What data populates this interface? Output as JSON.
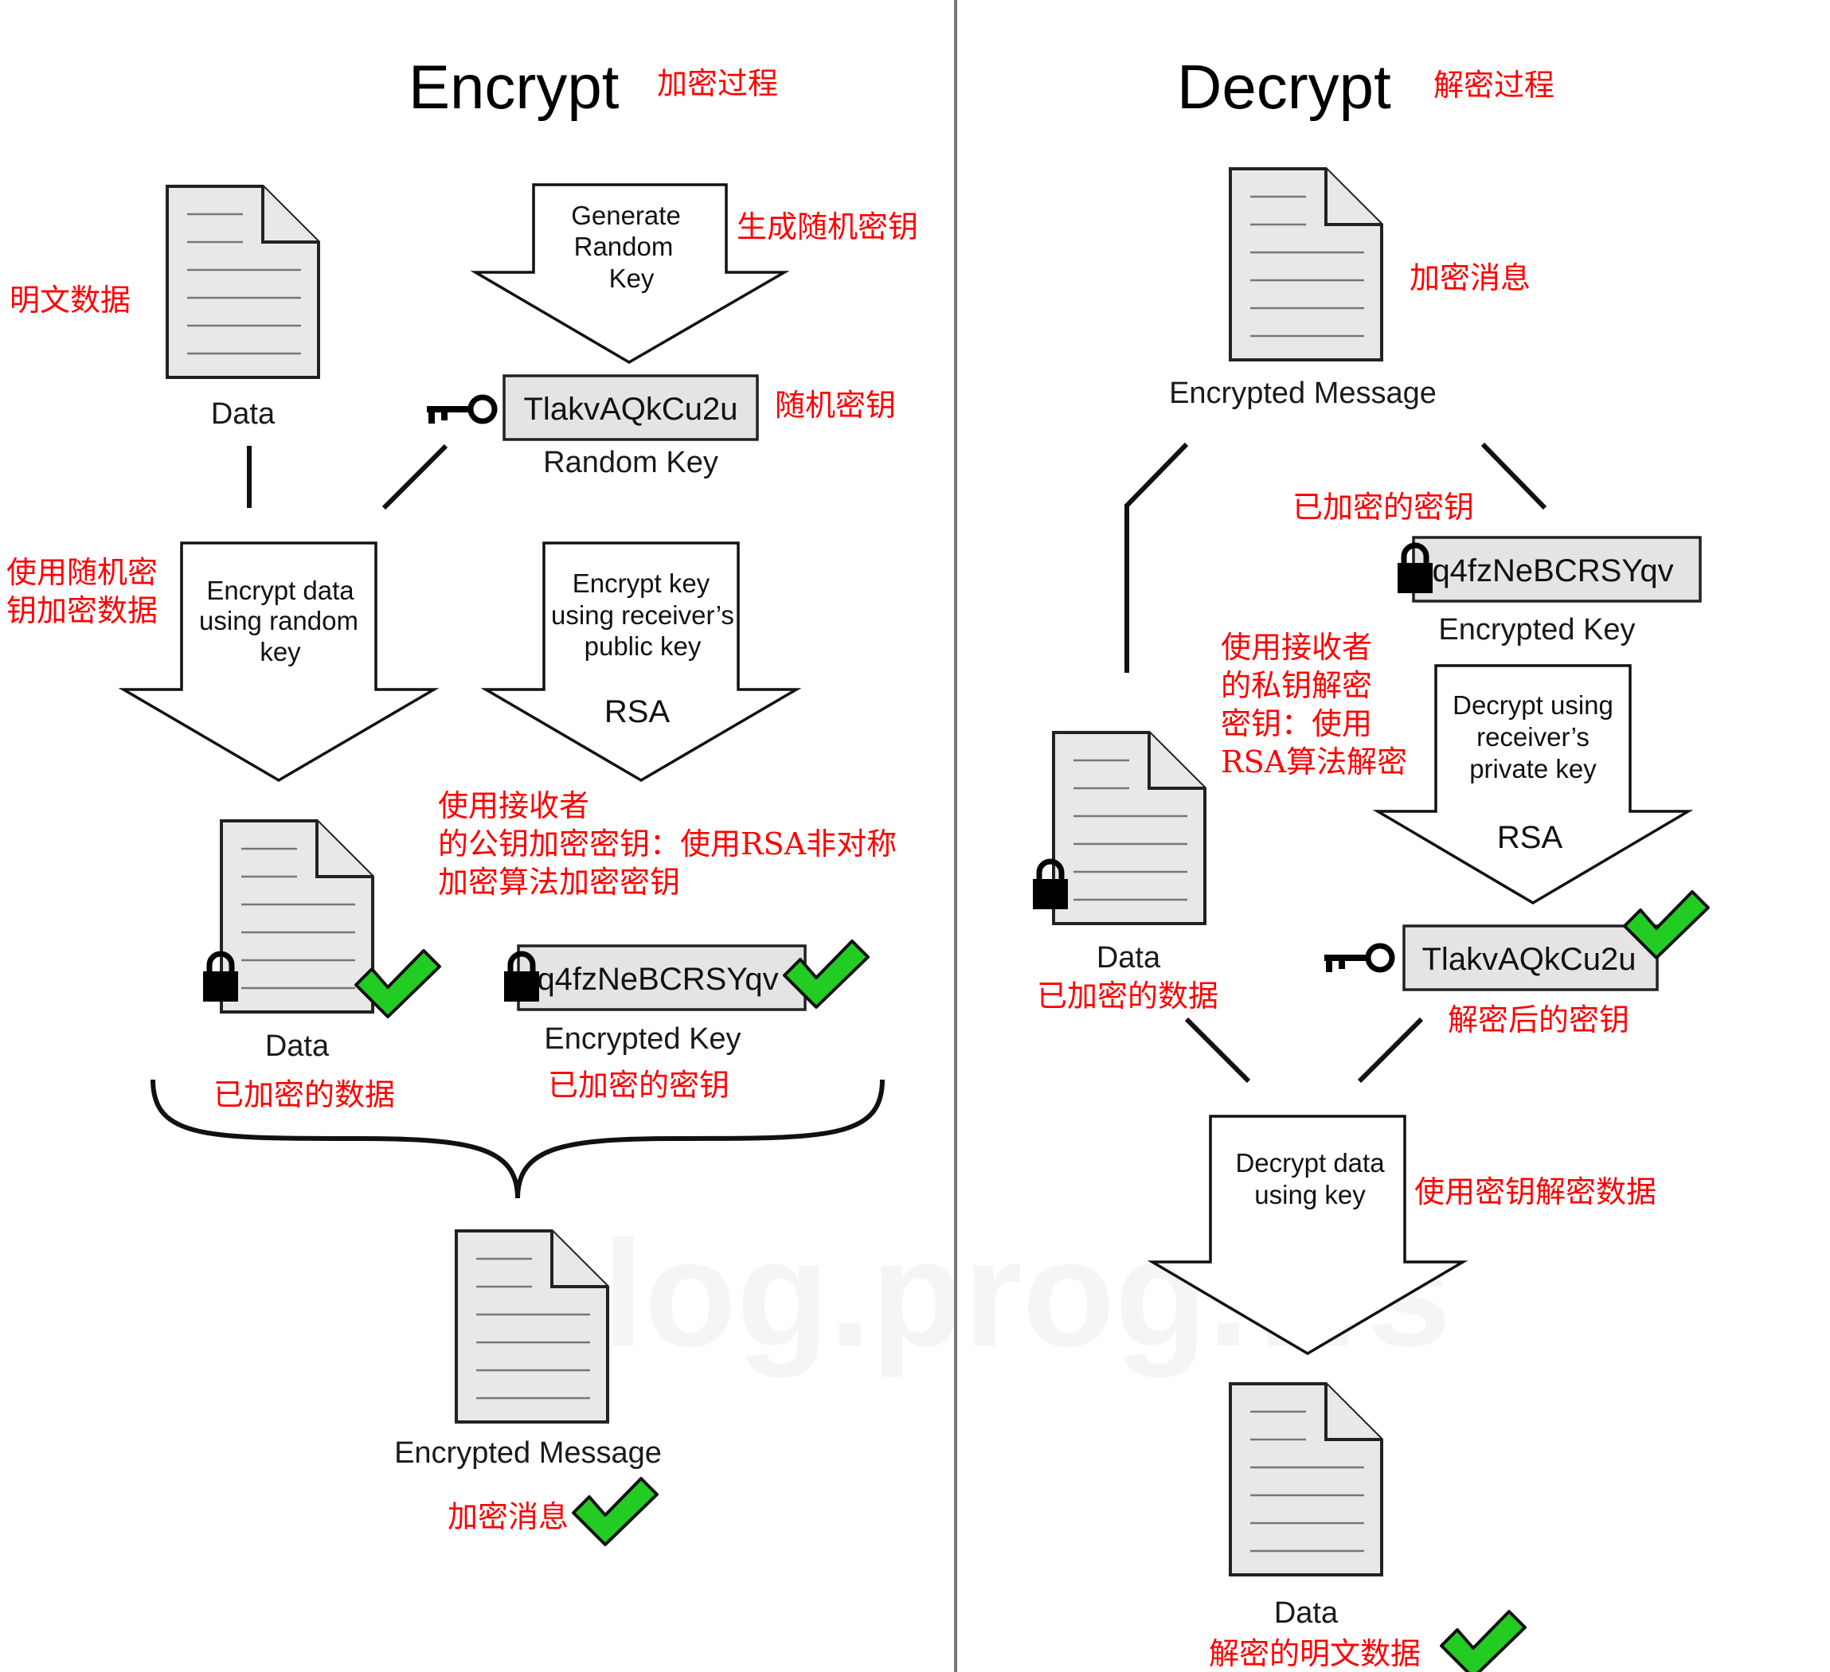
{
  "encrypt": {
    "title": "Encrypt",
    "title_cn": "加密过程",
    "plain_data_label": "Data",
    "plain_data_cn": "明文数据",
    "generate_arrow_lines": [
      "Generate",
      "Random",
      "Key"
    ],
    "generate_cn": "生成随机密钥",
    "random_key_value": "TlakvAQkCu2u",
    "random_key_label": "Random Key",
    "random_key_cn": "随机密钥",
    "encrypt_data_arrow_lines": [
      "Encrypt data",
      "using random",
      "key"
    ],
    "encrypt_data_cn_lines": [
      "使用随机密",
      "钥加密数据"
    ],
    "encrypt_key_arrow_lines": [
      "Encrypt key",
      "using receiver’s",
      "public key"
    ],
    "encrypt_key_algo": "RSA",
    "encrypt_key_cn_lines": [
      "使用接收者",
      "的公钥加密密钥：使用RSA非对称",
      "加密算法加密密钥"
    ],
    "encrypted_data_label": "Data",
    "encrypted_data_cn": "已加密的数据",
    "encrypted_key_value": "q4fzNeBCRSYqv",
    "encrypted_key_label": "Encrypted Key",
    "encrypted_key_cn": "已加密的密钥",
    "message_label": "Encrypted Message",
    "message_cn": "加密消息"
  },
  "decrypt": {
    "title": "Decrypt",
    "title_cn": "解密过程",
    "message_label": "Encrypted Message",
    "message_cn": "加密消息",
    "encrypted_key_cn": "已加密的密钥",
    "encrypted_key_value": "q4fzNeBCRSYqv",
    "encrypted_key_label": "Encrypted Key",
    "decrypt_key_arrow_lines": [
      "Decrypt using",
      "receiver’s",
      "private key"
    ],
    "decrypt_key_algo": "RSA",
    "decrypt_key_cn_lines": [
      "使用接收者",
      "的私钥解密",
      "密钥：使用",
      "RSA算法解密"
    ],
    "encrypted_data_label": "Data",
    "encrypted_data_cn": "已加密的数据",
    "decrypted_key_value": "TlakvAQkCu2u",
    "decrypted_key_cn": "解密后的密钥",
    "decrypt_data_arrow_lines": [
      "Decrypt data",
      "using key"
    ],
    "decrypt_data_cn": "使用密钥解密数据",
    "plain_data_label": "Data",
    "plain_data_cn": "解密的明文数据"
  },
  "watermark": "blog.prog.ws",
  "colors": {
    "annotation": "#ff0000",
    "check": "#22cc22",
    "document_fill": "#e8e8e8",
    "key_box_fill": "#e4e4e4"
  },
  "icons": [
    "document-icon",
    "key-icon",
    "lock-icon",
    "checkmark-icon",
    "brace-icon"
  ]
}
